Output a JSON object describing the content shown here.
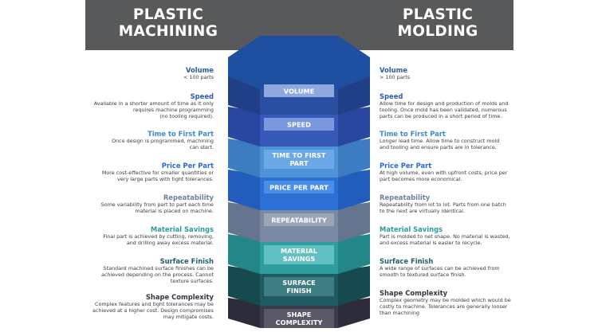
{
  "header": {
    "left_title": "PLASTIC\nMACHINING",
    "right_title": "PLASTIC\nMOLDING"
  },
  "colors": {
    "header_bg": "#58595b",
    "top_face": "#1f4fa0"
  },
  "layers": [
    {
      "label": "VOLUME",
      "color": "#2a4ea1",
      "dark": "#213f87",
      "label_bg": "#8fa9e0",
      "title_color": "#2a5aa8",
      "left": {
        "title": "Volume",
        "desc": "< 100 parts"
      },
      "right": {
        "title": "Volume",
        "desc": "> 100 parts"
      }
    },
    {
      "label": "SPEED",
      "color": "#3558b9",
      "dark": "#2a47a0",
      "label_bg": "#7b97e0",
      "title_color": "#3158b3",
      "left": {
        "title": "Speed",
        "desc": "Available in a shorter amount of time as it only\nrequires machine programming\n(no tooling required)."
      },
      "right": {
        "title": "Speed",
        "desc": "Allow time for design and production of molds and\ntooling. Once mold has been validated, numerous\nparts can be produced in a short period of time."
      }
    },
    {
      "label": "TIME TO FIRST\nPART",
      "color": "#4e93d8",
      "dark": "#3d7cc0",
      "label_bg": "#6aa8e6",
      "title_color": "#3d8ad6",
      "left": {
        "title": "Time to First Part",
        "desc": "Once design is programmed, machining\ncan start."
      },
      "right": {
        "title": "Time to First Part",
        "desc": "Longer lead time. Allow time to construct mold\nand tooling and ensure parts are in tolerance."
      }
    },
    {
      "label": "PRICE PER PART",
      "color": "#2c70d6",
      "dark": "#235dbb",
      "label_bg": "#4a8ee8",
      "title_color": "#2a6ad6",
      "left": {
        "title": "Price Per Part",
        "desc": "More cost-effective for smaller quantities or\nvery large parts with tight tolerances."
      },
      "right": {
        "title": "Price Per Part",
        "desc": "At high volume, even with upfront costs, price per\npart becomes more economical."
      }
    },
    {
      "label": "REPEATABILITY",
      "color": "#7b8aa2",
      "dark": "#65758e",
      "label_bg": "#9aa6b8",
      "title_color": "#6f809a",
      "left": {
        "title": "Repeatability",
        "desc": "Some variability from part to part each time\nmaterial is placed on machine."
      },
      "right": {
        "title": "Repeatability",
        "desc": "Repeatability from lot to lot. Parts from one batch\nto the next are virtually identical."
      }
    },
    {
      "label": "MATERIAL\nSAVINGS",
      "color": "#2f9ea0",
      "dark": "#23878a",
      "label_bg": "#63c0c2",
      "title_color": "#2c9a9c",
      "left": {
        "title": "Material Savings",
        "desc": "Final part is achieved by cutting, removing,\nand drilling away excess material."
      },
      "right": {
        "title": "Material Savings",
        "desc": "Part is molded to net shape. No material is wasted,\nand excess material is easier to recycle."
      }
    },
    {
      "label": "SURFACE\nFINISH",
      "color": "#1e5a60",
      "dark": "#174a4f",
      "label_bg": "#3f7d84",
      "title_color": "#1f5f66",
      "left": {
        "title": "Surface Finish",
        "desc": "Standard machined surface finishes can be\nachieved depending on the process. Cannot\ntexture surfaces."
      },
      "right": {
        "title": "Surface Finish",
        "desc": "A wide range of surfaces can be achieved from\nsmooth to textured surface finish."
      }
    },
    {
      "label": "SHAPE\nCOMPLEXITY",
      "color": "#3a3a4a",
      "dark": "#2c2c3a",
      "label_bg": "#595968",
      "title_color": "#333344",
      "left": {
        "title": "Shape Complexity",
        "desc": "Complex features and tight tolerances may be\nachieved at a higher cost. Design compromises\nmay mitigate costs."
      },
      "right": {
        "title": "Shape Complexity",
        "desc": "Complex geometry may be molded which would be\ncostly to machine. Tolerances are generally looser\nthan machining"
      }
    }
  ]
}
